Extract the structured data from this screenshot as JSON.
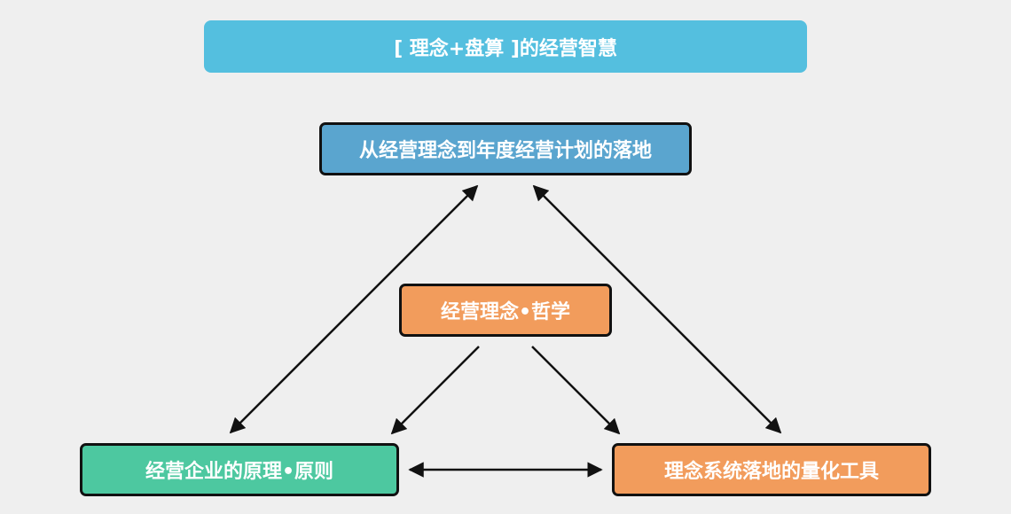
{
  "title": "[ 理念+盘算 ]的经营智慧",
  "nodes": {
    "top": "从经营理念到年度经营计划的落地",
    "center": "经营理念•哲学",
    "left": "经营企业的原理•原则",
    "right": "理念系统落地的量化工具"
  },
  "colors": {
    "banner": "#54bfdf",
    "top": "#5aa5cf",
    "center": "#f29c5c",
    "left": "#4dc8a0",
    "right": "#f29c5c",
    "arrow": "#111111"
  }
}
